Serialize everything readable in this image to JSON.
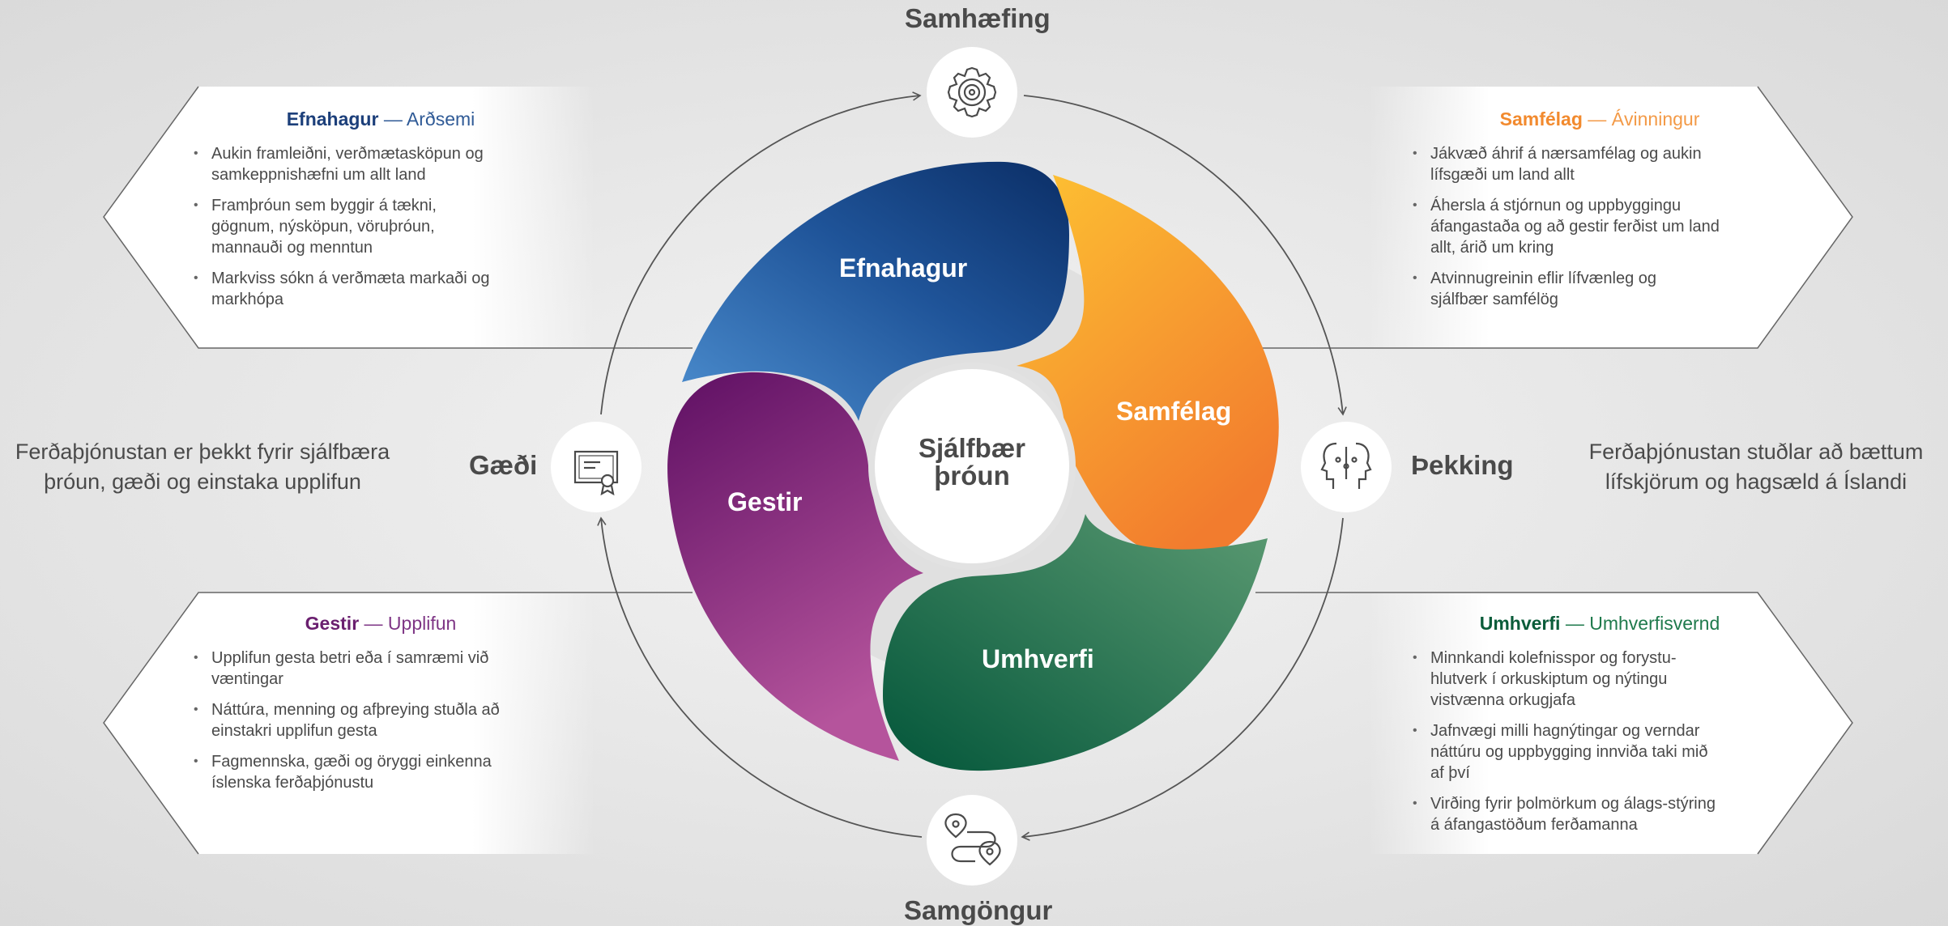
{
  "center": {
    "line1": "Sjálfbær",
    "line2": "þróun"
  },
  "petals": {
    "efnahagur": "Efnahagur",
    "samfelag": "Samfélag",
    "gestir": "Gestir",
    "umhverfi": "Umhverfi"
  },
  "nodes": {
    "top": "Samhæfing",
    "bottom": "Samgöngur",
    "left": "Gæði",
    "right": "Þekking"
  },
  "side_texts": {
    "left": "Ferðaþjónustan er þekkt fyrir sjálfbæra þróun, gæði og einstaka upplifun",
    "right": "Ferðaþjónustan stuðlar að bættum lífskjörum og hagsæld á Íslandi"
  },
  "boxes": {
    "efnahagur": {
      "title_bold": "Efnahagur",
      "title_rest": "— Arðsemi",
      "items": [
        "Aukin framleiðni, verðmætasköpun og samkeppnishæfni um allt land",
        "Framþróun sem byggir á tækni, gögnum, nýsköpun, vöruþróun, mannauði og menntun",
        "Markviss sókn á verðmæta markaði og markhópa"
      ]
    },
    "samfelag": {
      "title_bold": "Samfélag",
      "title_rest": "— Ávinningur",
      "items": [
        "Jákvæð áhrif á nærsamfélag og aukin lífsgæði um land allt",
        "Áhersla á stjórnun og uppbyggingu áfangastaða og að gestir ferðist um land allt, árið um kring",
        "Atvinnugreinin eflir lífvænleg og sjálfbær samfélög"
      ]
    },
    "gestir": {
      "title_bold": "Gestir",
      "title_rest": "— Upplifun",
      "items": [
        "Upplifun gesta betri eða í samræmi við væntingar",
        "Náttúra, menning og afþreying stuðla að einstakri upplifun gesta",
        "Fagmennska, gæði og öryggi einkenna íslenska ferðaþjónustu"
      ]
    },
    "umhverfi": {
      "title_bold": "Umhverfi",
      "title_rest": "— Umhverfisvernd",
      "items": [
        "Minnkandi kolefnisspor og forystu-hlutverk í orkuskiptum og nýtingu vistvænna orkugjafa",
        "Jafnvægi milli hagnýtingar og verndar náttúru og uppbygging innviða taki mið af því",
        "Virðing fyrir þolmörkum og álags-stýring á áfangastöðum ferðamanna"
      ]
    }
  },
  "colors": {
    "efnahagur": "#1c3f7a",
    "samfelag": "#f28a2e",
    "gestir": "#7a2a7e",
    "umhverfi": "#1f7a4c"
  },
  "icons": {
    "top": "gear-icon",
    "bottom": "route-icon",
    "left": "certificate-icon",
    "right": "knowledge-heads-icon"
  }
}
